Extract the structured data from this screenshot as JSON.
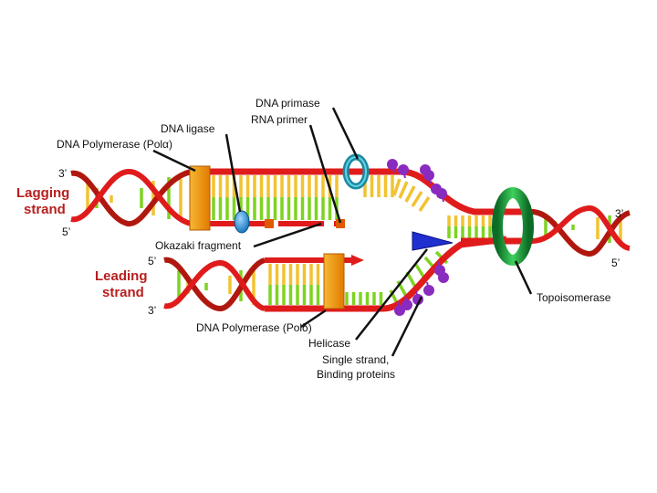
{
  "diagram": {
    "lagging": {
      "title_line1": "Lagging",
      "title_line2": "strand",
      "end_top": "3’",
      "end_bottom": "5’"
    },
    "leading": {
      "title_line1": "Leading",
      "title_line2": "strand",
      "end_top": "5’",
      "end_bottom": "3’"
    },
    "right_ends": {
      "top": "3’",
      "bottom": "5’"
    },
    "labels": {
      "dna_primase": "DNA primase",
      "rna_primer": "RNA primer",
      "dna_ligase": "DNA ligase",
      "polymerase_alpha": "DNA Polymerase (Polα)",
      "okazaki_fragment": "Okazaki fragment",
      "polymerase_delta": "DNA Polymerase (Polδ)",
      "helicase": "Helicase",
      "ssb_line1": "Single strand,",
      "ssb_line2": "Binding proteins",
      "topoisomerase": "Topoisomerase"
    },
    "colors": {
      "backbone": "#e01b1b",
      "base_yellow": "#f2c230",
      "base_green": "#7ed321",
      "polymerase": "#f5a000",
      "primase": "#2aa7c0",
      "ligase": "#1f8fd6",
      "helicase": "#1f2fd0",
      "ssb": "#8a2bbf",
      "topoisomerase": "#1fa83a",
      "label_red": "#b81e1e"
    }
  }
}
